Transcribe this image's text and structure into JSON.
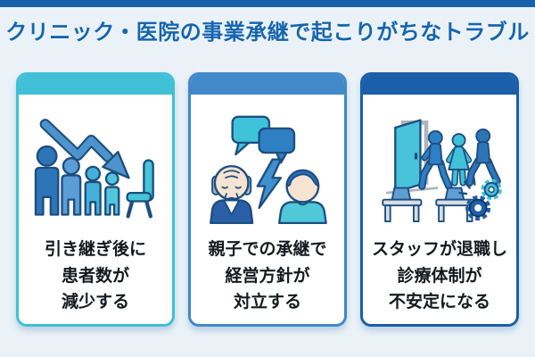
{
  "page": {
    "title": "クリニック・医院の事業承継で起こりがちなトラブル",
    "colors": {
      "top_strip": "#1460ab",
      "background": "#eaf2f7",
      "title": "#1565af",
      "body_text": "#15191e"
    }
  },
  "cards": [
    {
      "id": "patient-decline",
      "accent": "#3fc0d6",
      "icon": "patients-decline-arrow-empty-chair-icon",
      "lines": [
        "引き継ぎ後に",
        "患者数が",
        "減少する"
      ]
    },
    {
      "id": "parent-child-conflict",
      "accent": "#4189c9",
      "icon": "father-son-speech-bubbles-lightning-icon",
      "lines": [
        "親子での承継で",
        "経営方針が",
        "対立する"
      ]
    },
    {
      "id": "staff-resignation",
      "accent": "#1b5ea9",
      "icon": "staff-leaving-door-desks-broken-gears-icon",
      "lines": [
        "スタッフが退職し",
        "診療体制が",
        "不安定になる"
      ]
    }
  ]
}
